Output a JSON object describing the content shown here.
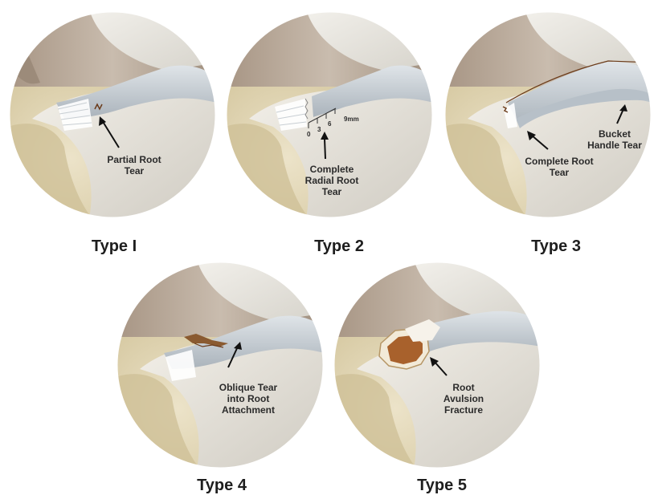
{
  "panels": [
    {
      "type_label": "Type I",
      "labels": [
        "Partial Root",
        "Tear"
      ]
    },
    {
      "type_label": "Type 2",
      "labels": [
        "Complete",
        "Radial Root",
        "Tear"
      ],
      "ticks": [
        "0",
        "3",
        "6",
        "9mm"
      ]
    },
    {
      "type_label": "Type 3",
      "labels": [
        "Complete Root",
        "Tear"
      ],
      "labels_b": [
        "Bucket",
        "Handle Tear"
      ]
    },
    {
      "type_label": "Type 4",
      "labels": [
        "Oblique Tear",
        "into Root",
        "Attachment"
      ]
    },
    {
      "type_label": "Type 5",
      "labels": [
        "Root",
        "Avulsion",
        "Fracture"
      ]
    }
  ],
  "colors": {
    "bone": "#d9cfb1",
    "bone_dark": "#b9a97e",
    "cartilage": "#e9e6dd",
    "meniscus": "#c9d0d6",
    "muscle": "#b8a99a",
    "fragment": "#9a5a2a"
  }
}
